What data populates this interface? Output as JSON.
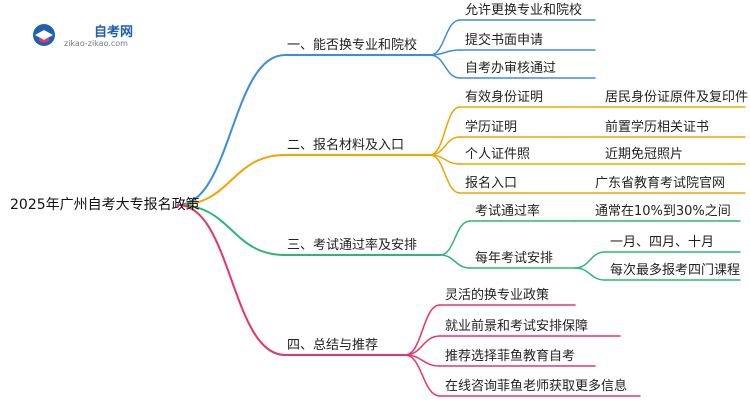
{
  "logo": {
    "title": "自考网",
    "url": "zikao-zikao.com"
  },
  "root": "2025年广州自考大专报名政策",
  "colors": {
    "blue": "#3b8de0",
    "orange": "#f0a500",
    "green": "#2cb679",
    "pink": "#e8336d"
  },
  "branches": [
    {
      "label": "一、能否换专业和院校",
      "color": "blue",
      "children": [
        {
          "label": "允许更换专业和院校"
        },
        {
          "label": "提交书面申请"
        },
        {
          "label": "自考办审核通过"
        }
      ]
    },
    {
      "label": "二、报名材料及入口",
      "color": "orange",
      "children": [
        {
          "label": "有效身份证明",
          "children": [
            {
              "label": "居民身份证原件及复印件"
            }
          ]
        },
        {
          "label": "学历证明",
          "children": [
            {
              "label": "前置学历相关证书"
            }
          ]
        },
        {
          "label": "个人证件照",
          "children": [
            {
              "label": "近期免冠照片"
            }
          ]
        },
        {
          "label": "报名入口",
          "children": [
            {
              "label": "广东省教育考试院官网"
            }
          ]
        }
      ]
    },
    {
      "label": "三、考试通过率及安排",
      "color": "green",
      "children": [
        {
          "label": "考试通过率",
          "children": [
            {
              "label": "通常在10%到30%之间"
            }
          ]
        },
        {
          "label": "每年考试安排",
          "children": [
            {
              "label": "一月、四月、十月"
            },
            {
              "label": "每次最多报考四门课程"
            }
          ]
        }
      ]
    },
    {
      "label": "四、总结与推荐",
      "color": "pink",
      "children": [
        {
          "label": "灵活的换专业政策"
        },
        {
          "label": "就业前景和考试安排保障"
        },
        {
          "label": "推荐选择菲鱼教育自考"
        },
        {
          "label": "在线咨询菲鱼老师获取更多信息"
        }
      ]
    }
  ]
}
